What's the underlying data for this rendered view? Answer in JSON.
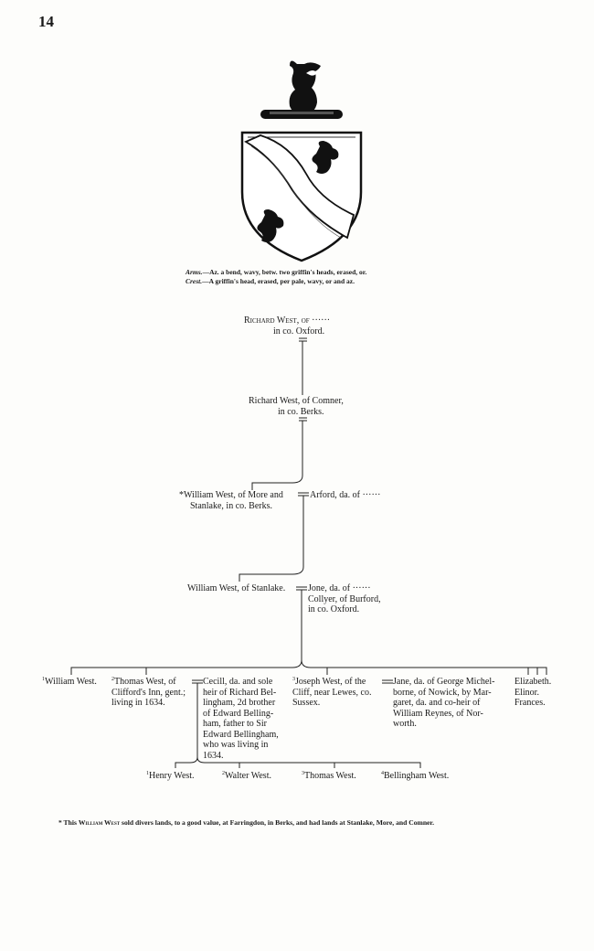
{
  "page_number": "14",
  "arms": {
    "label": "Arms.",
    "text": "—Az. a bend, wavy, betw. two griffin's heads, erased, or.",
    "crest_label": "Crest.",
    "crest_text": "—A griffin's head, erased, per pale, wavy, or and az."
  },
  "gen1": {
    "line1": "Richard West, of ······",
    "line2": "in co. Oxford."
  },
  "gen2": {
    "line1": "Richard West, of Comner,",
    "line2": "in co. Berks."
  },
  "gen3": {
    "line1": "*William West, of More and",
    "line2": "Stanlake, in co. Berks.",
    "wife": "Arford, da. of ······"
  },
  "gen4": {
    "husband": "William West, of Stanlake.",
    "wife_line1": "Jone, da. of ······",
    "wife_line2": "Collyer, of Burford,",
    "wife_line3": "in co. Oxford."
  },
  "children": {
    "c1": {
      "num": "1",
      "text": "William West."
    },
    "c2": {
      "num": "2",
      "line1": "Thomas West, of",
      "line2": "Clifford's Inn, gent.;",
      "line3": "living in 1634."
    },
    "c2wife": [
      "Cecill, da. and sole",
      "heir of Richard Bel-",
      "lingham, 2d brother",
      "of Edward Belling-",
      "ham, father to Sir",
      "Edward Bellingham,",
      "who was living in",
      "1634."
    ],
    "c3": {
      "num": "3",
      "line1": "Joseph West, of the",
      "line2": "Cliff, near Lewes, co.",
      "line3": "Sussex."
    },
    "c3wife": [
      "Jane, da. of George Michel-",
      "borne, of Nowick, by Mar-",
      "garet, da. and co-heir of",
      "William Reynes, of Nor-",
      "worth."
    ],
    "daughters": [
      "Elizabeth.",
      "Elinor.",
      "Frances."
    ]
  },
  "grandchildren": [
    {
      "num": "1",
      "name": "Henry West."
    },
    {
      "num": "2",
      "name": "Walter West."
    },
    {
      "num": "3",
      "name": "Thomas West."
    },
    {
      "num": "4",
      "name": "Bellingham West."
    }
  ],
  "footnote": {
    "prefix": "* This ",
    "name": "William West",
    "text": " sold divers lands, to a good value, at Farringdon, in Berks, and had lands at Stanlake, More, and Comner."
  }
}
